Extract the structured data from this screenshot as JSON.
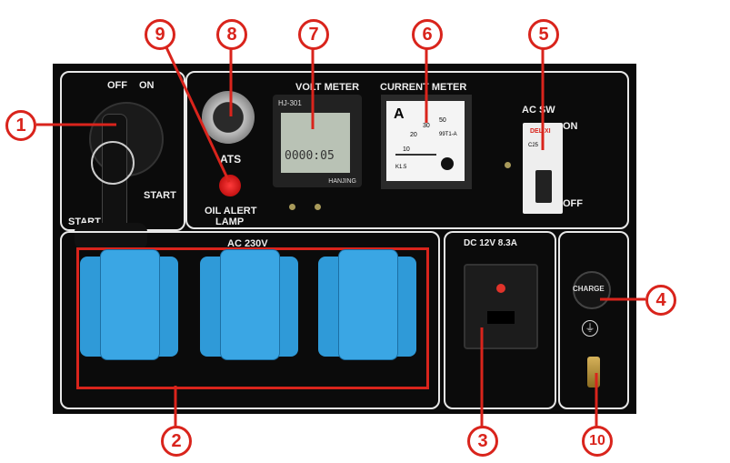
{
  "panel": {
    "key_switch": {
      "off": "OFF",
      "on": "ON",
      "start": "START",
      "start_label_bottom": "START SW"
    },
    "ats": "ATS",
    "oil_lamp": [
      "OIL ALERT",
      "LAMP"
    ],
    "volt_meter": {
      "title": "VOLT METER",
      "model": "HJ-301",
      "display": "0000:05",
      "brand": "HANJING"
    },
    "current_meter": {
      "title": "CURRENT METER",
      "unit": "A",
      "scale": [
        "10",
        "20",
        "30",
        "50"
      ],
      "model": "99T1-A",
      "class": "K1.5"
    },
    "ac_switch": {
      "title": "AC SW",
      "on": "ON",
      "off": "OFF",
      "brand": "DELIXI",
      "rating": "C25"
    },
    "ac_outlets": {
      "title": "AC 230V",
      "count": 3
    },
    "dc_outlet": {
      "title": "DC 12V 8.3A"
    },
    "fuse": "CHARGE"
  },
  "callouts": [
    "1",
    "2",
    "3",
    "4",
    "5",
    "6",
    "7",
    "8",
    "9",
    "10"
  ],
  "colors": {
    "callout": "#d9241c",
    "panel": "#0b0b0b",
    "socket": "#2f9ad8"
  }
}
